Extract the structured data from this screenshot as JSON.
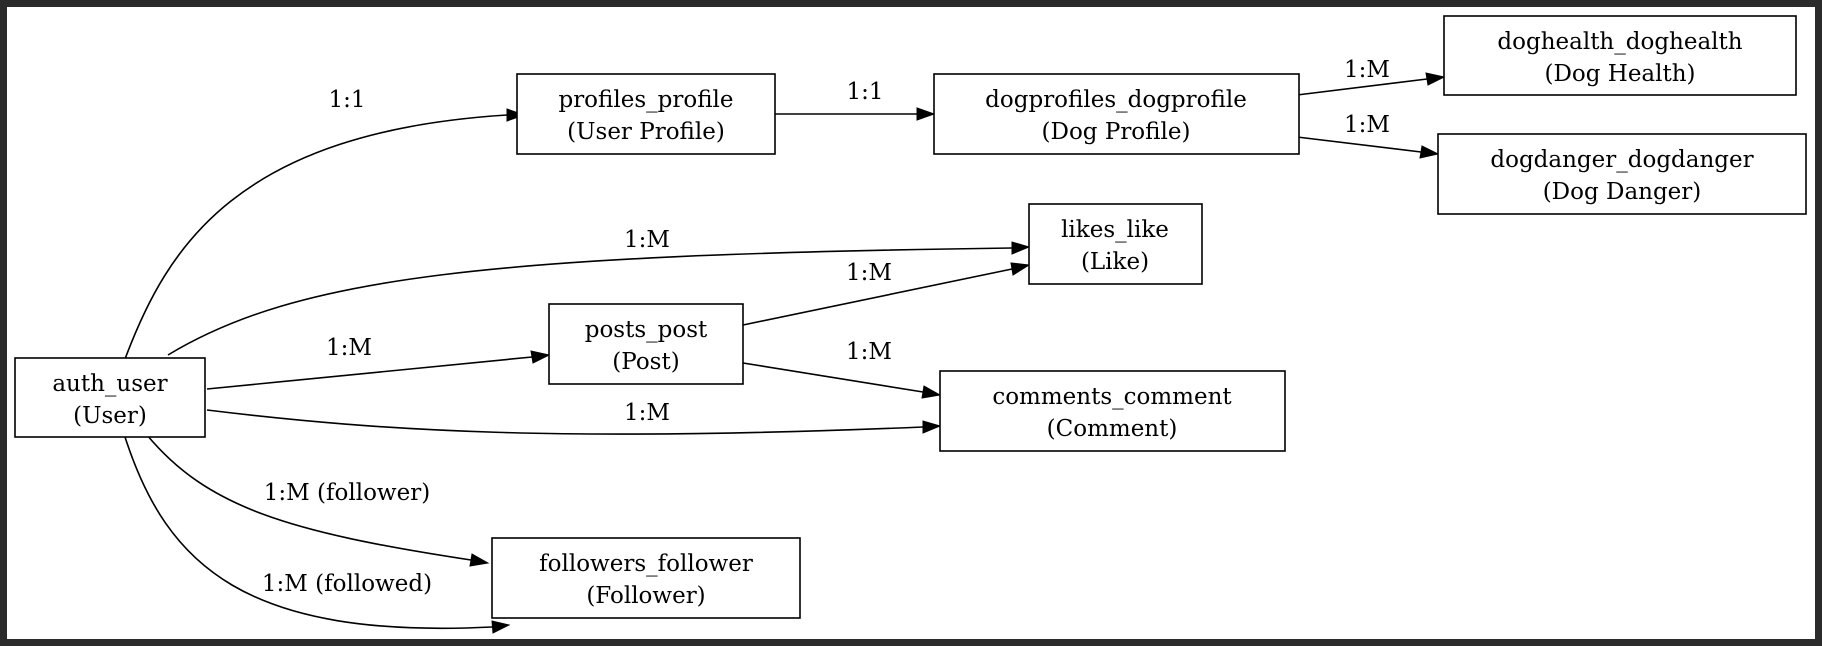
{
  "diagram": {
    "nodes": [
      {
        "id": "auth_user",
        "name": "auth_user",
        "label": "(User)"
      },
      {
        "id": "profiles_profile",
        "name": "profiles_profile",
        "label": "(User Profile)"
      },
      {
        "id": "dogprofiles_dogprofile",
        "name": "dogprofiles_dogprofile",
        "label": "(Dog Profile)"
      },
      {
        "id": "doghealth_doghealth",
        "name": "doghealth_doghealth",
        "label": "(Dog Health)"
      },
      {
        "id": "dogdanger_dogdanger",
        "name": "dogdanger_dogdanger",
        "label": "(Dog Danger)"
      },
      {
        "id": "likes_like",
        "name": "likes_like",
        "label": "(Like)"
      },
      {
        "id": "posts_post",
        "name": "posts_post",
        "label": "(Post)"
      },
      {
        "id": "comments_comment",
        "name": "comments_comment",
        "label": "(Comment)"
      },
      {
        "id": "followers_follower",
        "name": "followers_follower",
        "label": "(Follower)"
      }
    ],
    "edges": [
      {
        "from": "auth_user",
        "to": "profiles_profile",
        "label": "1:1"
      },
      {
        "from": "profiles_profile",
        "to": "dogprofiles_dogprofile",
        "label": "1:1"
      },
      {
        "from": "dogprofiles_dogprofile",
        "to": "doghealth_doghealth",
        "label": "1:M"
      },
      {
        "from": "dogprofiles_dogprofile",
        "to": "dogdanger_dogdanger",
        "label": "1:M"
      },
      {
        "from": "auth_user",
        "to": "likes_like",
        "label": "1:M"
      },
      {
        "from": "posts_post",
        "to": "likes_like",
        "label": "1:M"
      },
      {
        "from": "auth_user",
        "to": "posts_post",
        "label": "1:M"
      },
      {
        "from": "posts_post",
        "to": "comments_comment",
        "label": "1:M"
      },
      {
        "from": "auth_user",
        "to": "comments_comment",
        "label": "1:M"
      },
      {
        "from": "auth_user",
        "to": "followers_follower",
        "label": "1:M (follower)"
      },
      {
        "from": "auth_user",
        "to": "followers_follower",
        "label": "1:M (followed)"
      }
    ]
  }
}
